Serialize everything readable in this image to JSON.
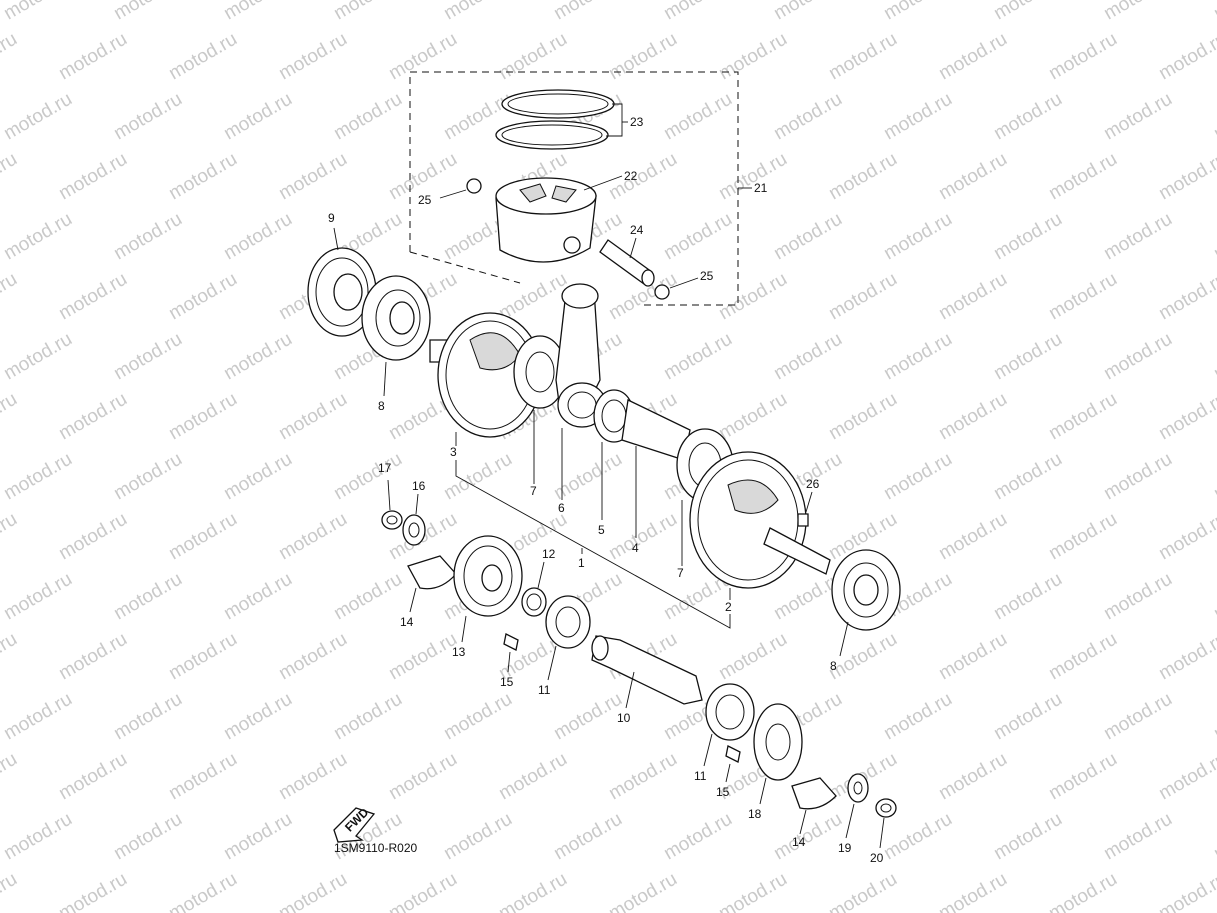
{
  "watermark": "motod.ru",
  "diagram_code": "1SM9110-R020",
  "fwd_label": "FWD",
  "callouts": [
    {
      "id": "c1",
      "text": "1"
    },
    {
      "id": "c2",
      "text": "2"
    },
    {
      "id": "c3",
      "text": "3"
    },
    {
      "id": "c4",
      "text": "4"
    },
    {
      "id": "c5",
      "text": "5"
    },
    {
      "id": "c6",
      "text": "6"
    },
    {
      "id": "c7a",
      "text": "7"
    },
    {
      "id": "c7b",
      "text": "7"
    },
    {
      "id": "c8a",
      "text": "8"
    },
    {
      "id": "c8b",
      "text": "8"
    },
    {
      "id": "c9",
      "text": "9"
    },
    {
      "id": "c10",
      "text": "10"
    },
    {
      "id": "c11a",
      "text": "11"
    },
    {
      "id": "c11b",
      "text": "11"
    },
    {
      "id": "c12",
      "text": "12"
    },
    {
      "id": "c13",
      "text": "13"
    },
    {
      "id": "c14a",
      "text": "14"
    },
    {
      "id": "c14b",
      "text": "14"
    },
    {
      "id": "c15a",
      "text": "15"
    },
    {
      "id": "c15b",
      "text": "15"
    },
    {
      "id": "c16",
      "text": "16"
    },
    {
      "id": "c17",
      "text": "17"
    },
    {
      "id": "c18",
      "text": "18"
    },
    {
      "id": "c19",
      "text": "19"
    },
    {
      "id": "c20",
      "text": "20"
    },
    {
      "id": "c21",
      "text": "21"
    },
    {
      "id": "c22",
      "text": "22"
    },
    {
      "id": "c23",
      "text": "23"
    },
    {
      "id": "c24",
      "text": "24"
    },
    {
      "id": "c25a",
      "text": "25"
    },
    {
      "id": "c25b",
      "text": "25"
    },
    {
      "id": "c26",
      "text": "26"
    }
  ]
}
